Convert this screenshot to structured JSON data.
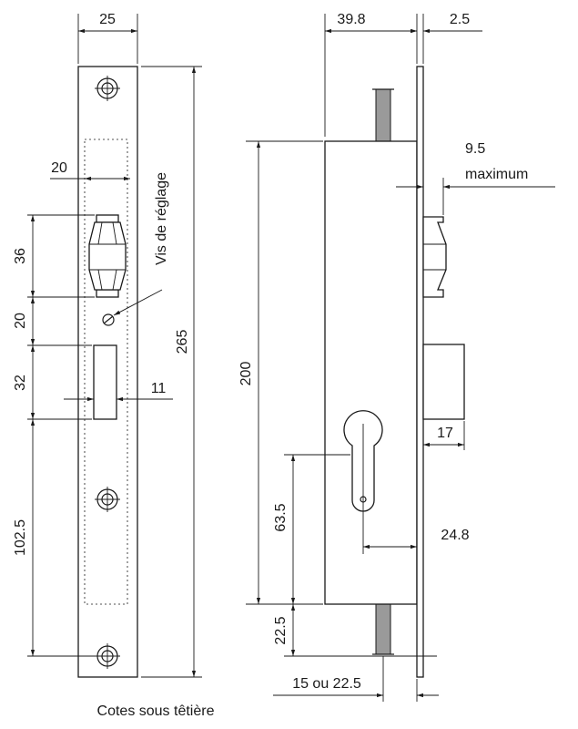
{
  "front_view": {
    "width_dim": "25",
    "total_height_dim": "265",
    "adjust_width_dim": "20",
    "latch_height_dim": "36",
    "gap_dim": "20",
    "bolt_height_dim": "32",
    "bolt_width_dim": "11",
    "lower_dim": "102.5",
    "adjust_screw_label": "Vis de réglage",
    "caption": "Cotes sous têtière"
  },
  "side_view": {
    "body_depth_dim": "39.8",
    "plate_thickness_dim": "2.5",
    "body_height_dim": "200",
    "latch_projection_dim": "9.5",
    "latch_projection_note": "maximum",
    "bolt_projection_dim": "17",
    "cylinder_height_dim": "63.5",
    "backset_dim": "24.8",
    "bottom_offset_dim": "22.5",
    "rod_offset_dim": "15 ou 22.5"
  }
}
